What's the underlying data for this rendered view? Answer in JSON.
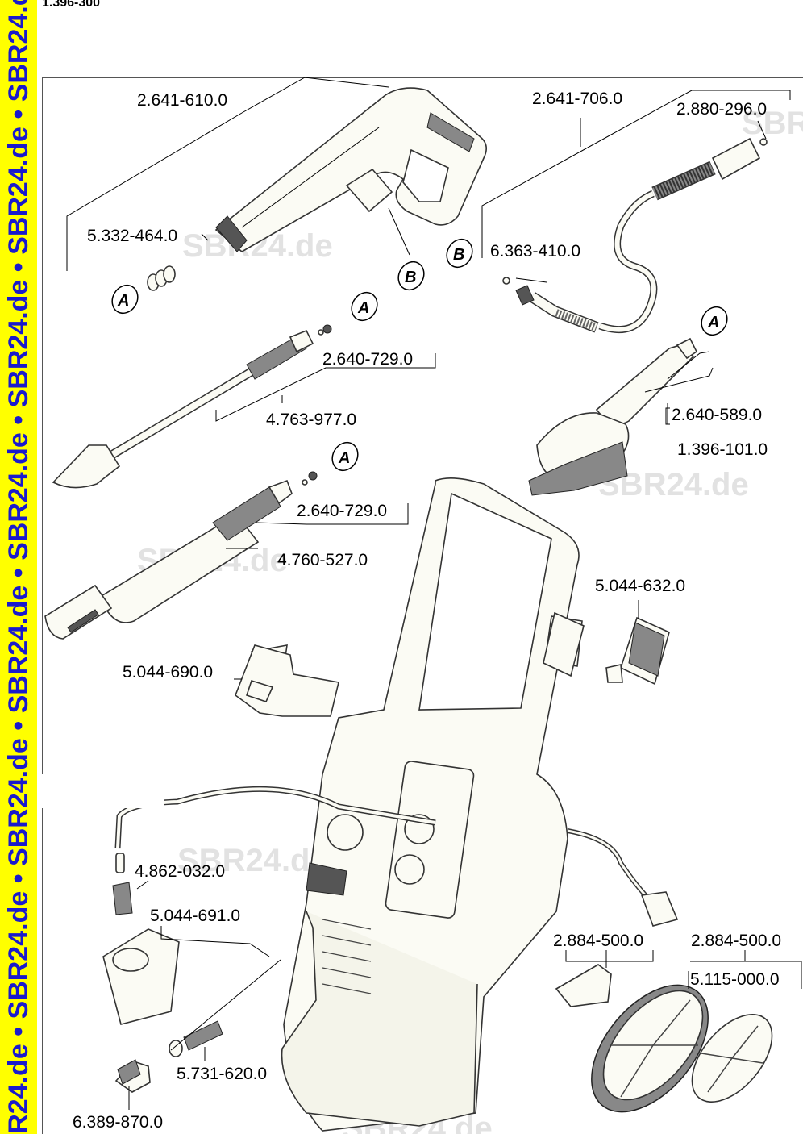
{
  "document_number": "1.396-300",
  "watermark_stripe": "SBR24.de • SBR24.de • SBR24.de • SBR24.de • SBR24.de • SBR24.de • SBR24.de • SBR24.de • SBR24.de",
  "watermark": "SBR24.de",
  "callouts": {
    "a": "A",
    "b": "B"
  },
  "parts": {
    "gun": "2.641-610.0",
    "gun_seal": "5.332-464.0",
    "hose_assembly": "2.641-706.0",
    "hose_fitting": "2.880-296.0",
    "hose_oring": "6.363-410.0",
    "lance_kit_1": "2.640-729.0",
    "lance_1": "4.763-977.0",
    "brush_kit": "2.640-589.0",
    "brush": "1.396-101.0",
    "lance_kit_2": "2.640-729.0",
    "lance_2": "4.760-527.0",
    "holder_right": "5.044-632.0",
    "holder_left": "5.044-690.0",
    "filter": "4.862-032.0",
    "holder_lower": "5.044-691.0",
    "wheel_kit_1": "2.884-500.0",
    "wheel_kit_2": "2.884-500.0",
    "hub_cap": "5.115-000.0",
    "strainer": "5.731-620.0",
    "coupling": "6.389-870.0"
  }
}
